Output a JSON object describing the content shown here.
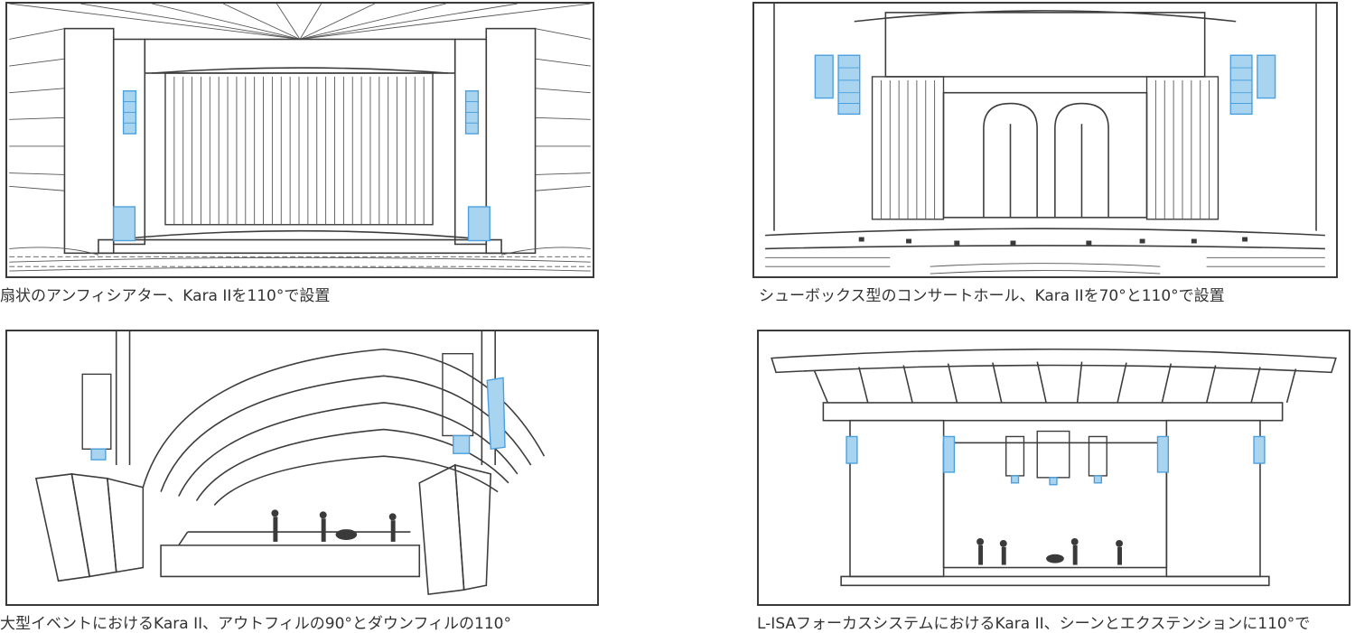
{
  "panels": [
    {
      "id": "fan-amphitheater",
      "caption": "扇状のアンフィシアター、Kara IIを110°で設置"
    },
    {
      "id": "shoebox-hall",
      "caption": "シューボックス型のコンサートホール、Kara IIを70°と110°で設置"
    },
    {
      "id": "large-event",
      "caption": "大型イベントにおけるKara II、アウトフィルの90°とダウンフィルの110°"
    },
    {
      "id": "l-isa-focus",
      "caption": "L-ISAフォーカスシステムにおけるKara II、シーンとエクステンションに110°で"
    }
  ],
  "colors": {
    "line": "#3c3c3c",
    "speaker_fill": "#a9d4f0",
    "speaker_stroke": "#4aa0de",
    "caption": "#333333"
  }
}
